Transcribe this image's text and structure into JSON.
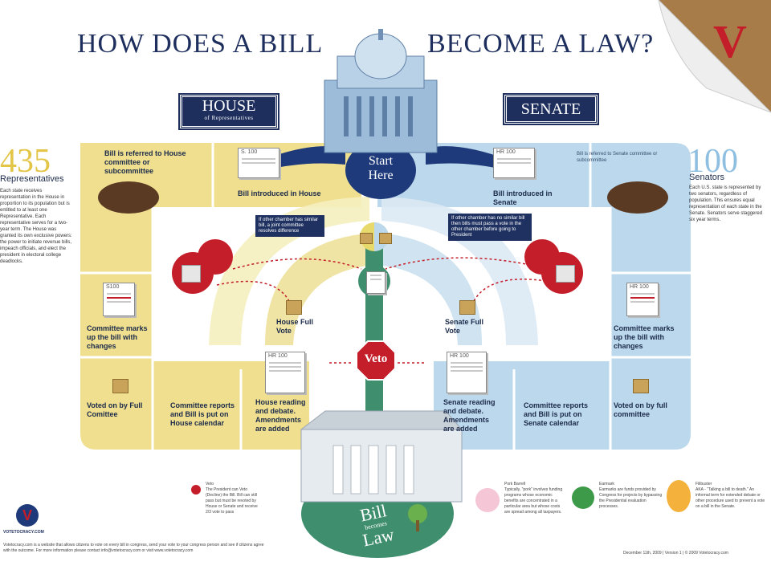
{
  "title_left": "HOW DOES A BILL",
  "title_right": "BECOME A LAW?",
  "house": {
    "badge": "HOUSE",
    "badge_sub": "of Representatives",
    "number": "435",
    "number_label": "Representatives",
    "description": "Each state receives representation in the House in proportion to its population but is entitled to at least one Representative. Each representative serves for a two-year term. The House was granted its own exclusive powers: the power to initiate revenue bills, impeach officials, and elect the president in electoral college deadlocks."
  },
  "senate": {
    "badge": "SENATE",
    "number": "100",
    "number_label": "Senators",
    "description": "Each U.S. state is represented by two senators, regardless of population. This ensures equal representation of each state in the Senate. Senators serve staggered six year terms."
  },
  "start_line1": "Start",
  "start_line2": "Here",
  "house_steps": {
    "referred": "Bill is referred to House committee or subcommittee",
    "introduced": "Bill introduced in House",
    "markup": "Committee marks up the bill with changes",
    "voted": "Voted on by Full Comittee",
    "reports": "Committee reports and Bill is put on House calendar",
    "reading": "House reading and debate. Amendments are added",
    "full_vote": "House Full Vote"
  },
  "senate_steps": {
    "referred": "Bill is referred to Senate committee or subcommittee",
    "introduced": "Bill introduced in Senate",
    "markup": "Committee marks up the bill with changes",
    "voted": "Voted on by full committee",
    "reports": "Committee reports and Bill is put on Senate calendar",
    "reading": "Senate reading and debate. Amendments are added",
    "full_vote": "Senate Full Vote"
  },
  "docs": {
    "s100": "S. 100",
    "hr100": "HR 100",
    "s100b": "S100",
    "hr100b": "HR 100",
    "hr100c": "HR 100",
    "hr100d": "HR 100"
  },
  "callout_left": "If other chamber has similar bill, a joint committee resolves difference",
  "callout_right": "If other chamber has no similar bill then bills must pass a vote in the other chamber before going to President",
  "veto": "Veto",
  "bill_becomes": {
    "bill": "Bill",
    "becomes": "becomes",
    "law": "Law"
  },
  "legend": {
    "veto_title": "Veto",
    "veto_text": "The President can Veto (Decline) the Bill. Bill can still pass but must be revoted by House or Senate and receive 2/3 vote to pass",
    "pork_title": "Pork Barrell",
    "pork_text": "Typically, \"pork\" involves funding programs whose economic benefits are concentrated in a particular area but whose costs are spread among all taxpayers.",
    "earmark_title": "Earmark",
    "earmark_text": "Earmarks are funds provided by Congress for projects by bypassing the Presidential evaluation processes.",
    "filibuster_title": "Filibuster",
    "filibuster_text": "AKA - \"Talking a bill to death.\" An informal term for extended debate or other procedure used to prevent a vote on a bill in the Senate."
  },
  "brand": {
    "logo_text": "VOTETOCRACY.COM",
    "footer": "Votetocracy.com is a website that allows citizens to vote on every bill in congress, send your vote to your congress person and see if citizens agree with the outcome. For more information please contact info@votetocracy.com or visit www.votetocracy.com",
    "date": "December 11th, 2009  |  Version 1  |  © 2009 Votetocracy.com"
  },
  "colors": {
    "house": "#efdf8f",
    "senate": "#bcd8ec",
    "navy": "#1e2f5e",
    "green": "#3f8f6e",
    "red": "#c41e2a"
  }
}
